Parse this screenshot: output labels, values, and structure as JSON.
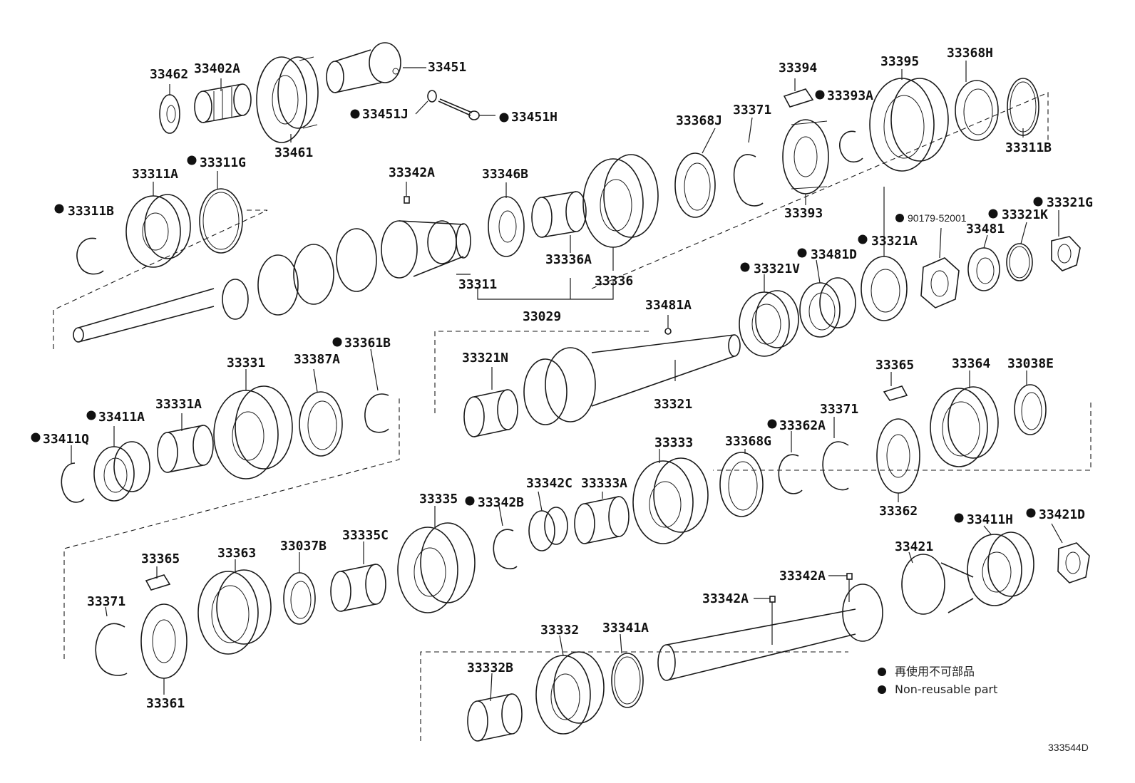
{
  "diagram_code": "333544D",
  "legend": {
    "japanese": "再使用不可部品",
    "english": "Non-reusable part"
  },
  "labels": [
    {
      "id": "l-33462",
      "text": "33462"
    },
    {
      "id": "l-33402A",
      "text": "33402A"
    },
    {
      "id": "l-33451",
      "text": "33451"
    },
    {
      "id": "l-33451J",
      "text": "33451J"
    },
    {
      "id": "l-33451H",
      "text": "33451H"
    },
    {
      "id": "l-33461",
      "text": "33461"
    },
    {
      "id": "l-33394",
      "text": "33394"
    },
    {
      "id": "l-33395",
      "text": "33395"
    },
    {
      "id": "l-33368H",
      "text": "33368H"
    },
    {
      "id": "l-33393A",
      "text": "33393A"
    },
    {
      "id": "l-33368J",
      "text": "33368J"
    },
    {
      "id": "l-33371a",
      "text": "33371"
    },
    {
      "id": "l-33311Br",
      "text": "33311B"
    },
    {
      "id": "l-33393",
      "text": "33393"
    },
    {
      "id": "l-33311G",
      "text": "33311G"
    },
    {
      "id": "l-33311A",
      "text": "33311A"
    },
    {
      "id": "l-33342Aa",
      "text": "33342A"
    },
    {
      "id": "l-33346B",
      "text": "33346B"
    },
    {
      "id": "l-33311Bl",
      "text": "33311B"
    },
    {
      "id": "l-90179",
      "text": "90179-52001"
    },
    {
      "id": "l-33321K",
      "text": "33321K"
    },
    {
      "id": "l-33321G",
      "text": "33321G"
    },
    {
      "id": "l-33321A",
      "text": "33321A"
    },
    {
      "id": "l-33481",
      "text": "33481"
    },
    {
      "id": "l-33481D",
      "text": "33481D"
    },
    {
      "id": "l-33336A",
      "text": "33336A"
    },
    {
      "id": "l-33321V",
      "text": "33321V"
    },
    {
      "id": "l-33336",
      "text": "33336"
    },
    {
      "id": "l-33311",
      "text": "33311"
    },
    {
      "id": "l-33481A",
      "text": "33481A"
    },
    {
      "id": "l-33029",
      "text": "33029"
    },
    {
      "id": "l-33361B",
      "text": "33361B"
    },
    {
      "id": "l-33331",
      "text": "33331"
    },
    {
      "id": "l-33387A",
      "text": "33387A"
    },
    {
      "id": "l-33321N",
      "text": "33321N"
    },
    {
      "id": "l-33365a",
      "text": "33365"
    },
    {
      "id": "l-33364",
      "text": "33364"
    },
    {
      "id": "l-33038E",
      "text": "33038E"
    },
    {
      "id": "l-33411A",
      "text": "33411A"
    },
    {
      "id": "l-33331A",
      "text": "33331A"
    },
    {
      "id": "l-33321",
      "text": "33321"
    },
    {
      "id": "l-33371b",
      "text": "33371"
    },
    {
      "id": "l-33411Q",
      "text": "33411Q"
    },
    {
      "id": "l-33333",
      "text": "33333"
    },
    {
      "id": "l-33368G",
      "text": "33368G"
    },
    {
      "id": "l-33362A",
      "text": "33362A"
    },
    {
      "id": "l-33342C",
      "text": "33342C"
    },
    {
      "id": "l-33333A",
      "text": "33333A"
    },
    {
      "id": "l-33335",
      "text": "33335"
    },
    {
      "id": "l-33342B",
      "text": "33342B"
    },
    {
      "id": "l-33362",
      "text": "33362"
    },
    {
      "id": "l-33411H",
      "text": "33411H"
    },
    {
      "id": "l-33421D",
      "text": "33421D"
    },
    {
      "id": "l-33365b",
      "text": "33365"
    },
    {
      "id": "l-33363",
      "text": "33363"
    },
    {
      "id": "l-33037B",
      "text": "33037B"
    },
    {
      "id": "l-33335C",
      "text": "33335C"
    },
    {
      "id": "l-33421",
      "text": "33421"
    },
    {
      "id": "l-33342Ab",
      "text": "33342A"
    },
    {
      "id": "l-33371c",
      "text": "33371"
    },
    {
      "id": "l-33342Ac",
      "text": "33342A"
    },
    {
      "id": "l-33332",
      "text": "33332"
    },
    {
      "id": "l-33341A",
      "text": "33341A"
    },
    {
      "id": "l-33332B",
      "text": "33332B"
    },
    {
      "id": "l-33361",
      "text": "33361"
    }
  ]
}
